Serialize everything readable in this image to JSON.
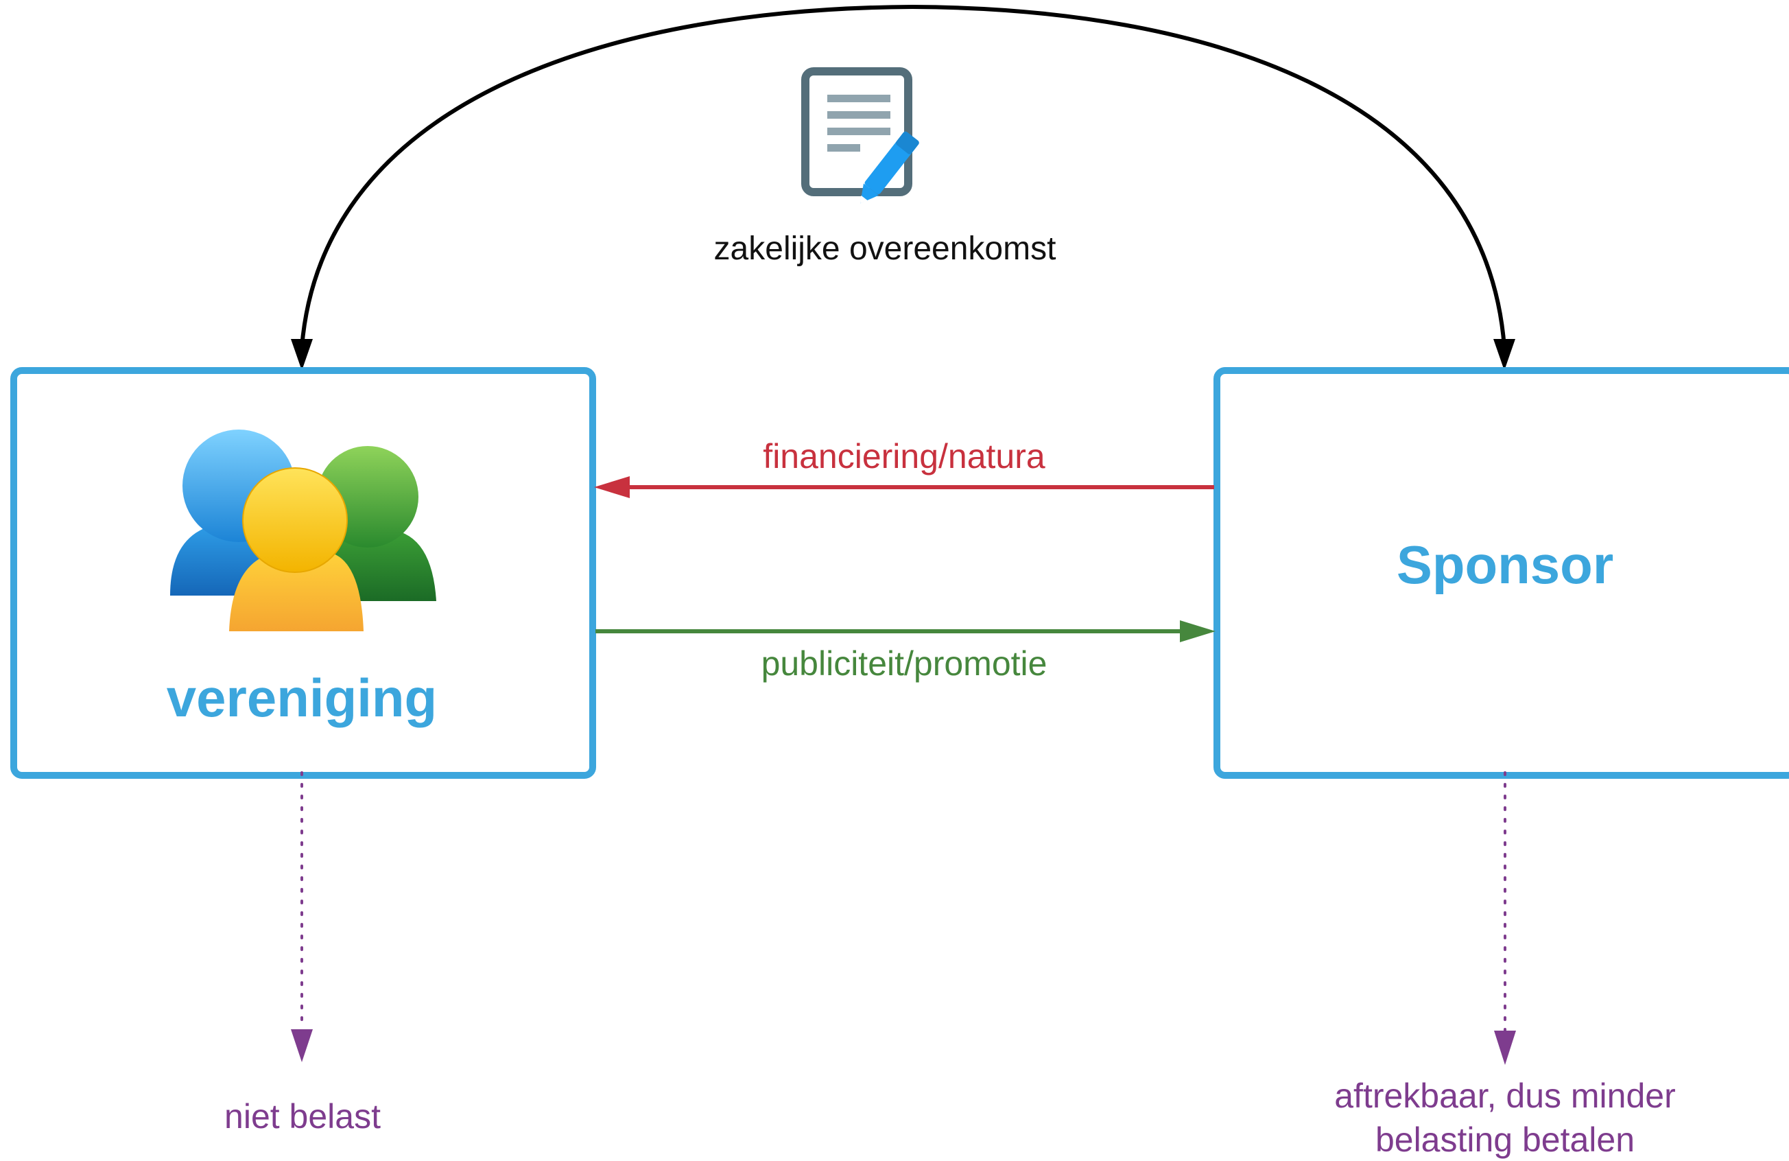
{
  "colors": {
    "box_border": "#3ca6dd",
    "box_title": "#3ca6dd",
    "agreement_arc": "#000000",
    "money_arrow": "#c8313e",
    "publicity_arrow": "#46873d",
    "tax_note": "#7e3c8e",
    "agreement_text": "#111111"
  },
  "agreement": {
    "label": "zakelijke overeenkomst",
    "icon": "contract-document-pen-icon"
  },
  "left_box": {
    "title": "vereniging",
    "icon": "people-group-icon"
  },
  "right_box": {
    "title": "Sponsor"
  },
  "flows": {
    "to_vereniging": "financiering/natura",
    "to_sponsor": "publiciteit/promotie"
  },
  "tax": {
    "vereniging": "niet belast",
    "sponsor_line1": "aftrekbaar, dus minder",
    "sponsor_line2": "belasting betalen"
  }
}
